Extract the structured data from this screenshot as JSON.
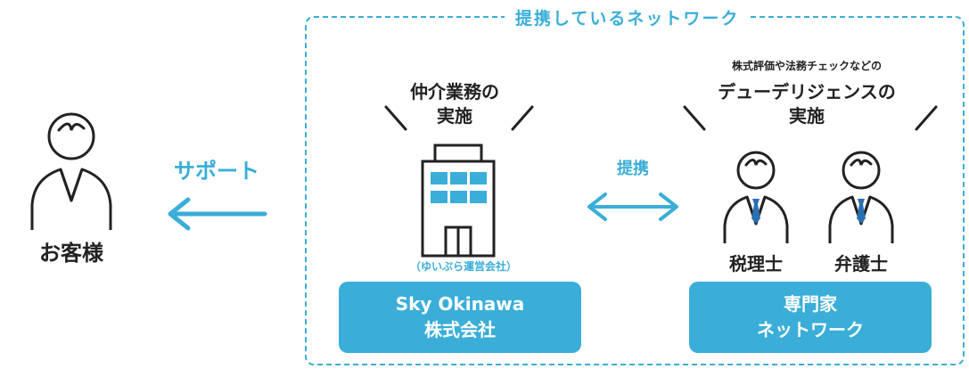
{
  "network": {
    "title": "提携しているネットワーク"
  },
  "customer": {
    "label": "お客様"
  },
  "support": {
    "label": "サポート"
  },
  "agency": {
    "caption_line1": "仲介業務の",
    "caption_line2": "実施",
    "sublabel": "（ゆいぷら運営会社）",
    "box_line1": "Sky Okinawa",
    "box_line2": "株式会社"
  },
  "partnership": {
    "label": "提携"
  },
  "experts": {
    "small_caption": "株式評価や法務チェックなどの",
    "caption_line1": "デューデリジェンスの",
    "caption_line2": "実施",
    "tax_accountant": "税理士",
    "lawyer": "弁護士",
    "box_line1": "専門家",
    "box_line2": "ネットワーク"
  },
  "colors": {
    "accent": "#3aaed8",
    "tie": "#2a6fb0",
    "text": "#222222"
  }
}
